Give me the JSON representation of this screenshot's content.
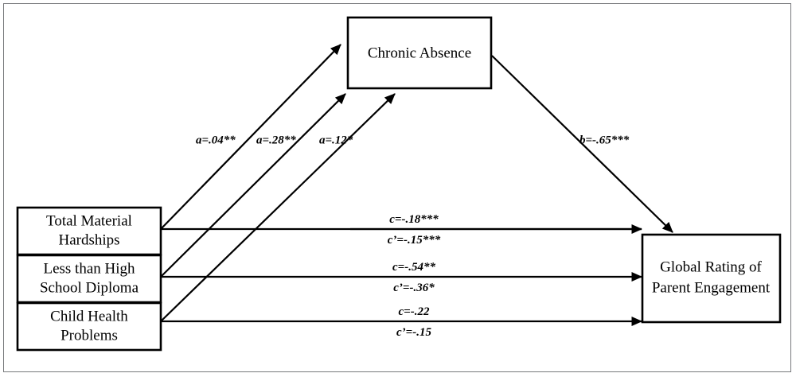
{
  "figure": {
    "type": "mediation-path-diagram",
    "border_color": "#77797c",
    "line_color": "#000000",
    "background": "#ffffff"
  },
  "nodes": {
    "mediator": {
      "label": "Chronic Absence"
    },
    "outcome": {
      "label": "Global Rating of Parent Engagement",
      "line1": "Global Rating of",
      "line2": "Parent Engagement"
    },
    "predictors": [
      {
        "label": "Total Material Hardships",
        "line1": "Total Material",
        "line2": "Hardships"
      },
      {
        "label": "Less than High School Diploma",
        "line1": "Less than High",
        "line2": "School Diploma"
      },
      {
        "label": "Child Health Problems",
        "line1": "Child Health",
        "line2": "Problems"
      }
    ]
  },
  "paths": {
    "a_labels": [
      "a=.04**",
      "a=.28**",
      "a=.12*"
    ],
    "b_label": "b=-.65***",
    "direct_effects": [
      {
        "c": "c=-.18***",
        "c_prime": "c’=-.15***"
      },
      {
        "c": "c=-.54**",
        "c_prime": "c’=-.36*"
      },
      {
        "c": "c=-.22",
        "c_prime": "c’=-.15"
      }
    ]
  },
  "chart_data": {
    "type": "diagram",
    "title": "Mediation model of material hardship predictors on parent engagement through chronic absence",
    "nodes": [
      {
        "id": "mediator",
        "label": "Chronic Absence",
        "role": "mediator"
      },
      {
        "id": "x1",
        "label": "Total Material Hardships",
        "role": "predictor"
      },
      {
        "id": "x2",
        "label": "Less than High School Diploma",
        "role": "predictor"
      },
      {
        "id": "x3",
        "label": "Child Health Problems",
        "role": "predictor"
      },
      {
        "id": "y",
        "label": "Global Rating of Parent Engagement",
        "role": "outcome"
      }
    ],
    "edges": [
      {
        "from": "x1",
        "to": "mediator",
        "label": "a=.04**",
        "coefficient": 0.04,
        "significance": "**"
      },
      {
        "from": "x2",
        "to": "mediator",
        "label": "a=.28**",
        "coefficient": 0.28,
        "significance": "**"
      },
      {
        "from": "x3",
        "to": "mediator",
        "label": "a=.12*",
        "coefficient": 0.12,
        "significance": "*"
      },
      {
        "from": "mediator",
        "to": "y",
        "label": "b=-.65***",
        "coefficient": -0.65,
        "significance": "***"
      },
      {
        "from": "x1",
        "to": "y",
        "label": "c=-.18***",
        "coefficient": -0.18,
        "significance": "***"
      },
      {
        "from": "x1",
        "to": "y",
        "label": "c’=-.15***",
        "coefficient": -0.15,
        "significance": "***"
      },
      {
        "from": "x2",
        "to": "y",
        "label": "c=-.54**",
        "coefficient": -0.54,
        "significance": "**"
      },
      {
        "from": "x2",
        "to": "y",
        "label": "c’=-.36*",
        "coefficient": -0.36,
        "significance": "*"
      },
      {
        "from": "x3",
        "to": "y",
        "label": "c=-.22",
        "coefficient": -0.22,
        "significance": ""
      },
      {
        "from": "x3",
        "to": "y",
        "label": "c’=-.15",
        "coefficient": -0.15,
        "significance": ""
      }
    ]
  }
}
